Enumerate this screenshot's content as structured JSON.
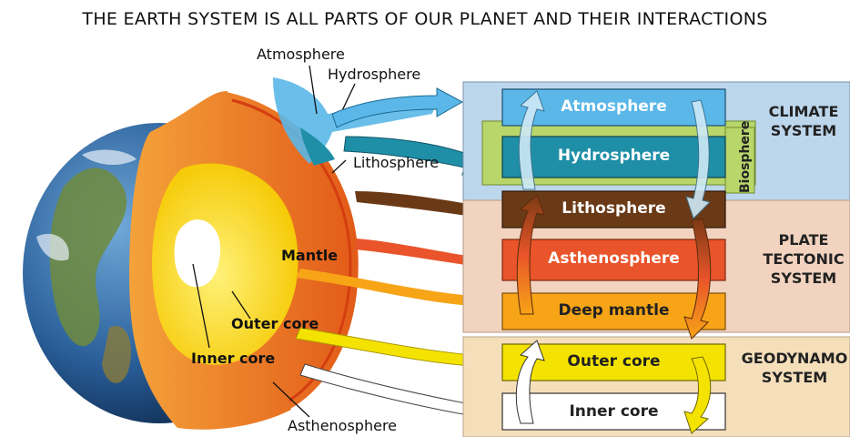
{
  "title": "THE EARTH SYSTEM IS ALL PARTS OF OUR PLANET AND THEIR INTERACTIONS",
  "earth_labels": {
    "atmosphere": "Atmosphere",
    "hydrosphere": "Hydrosphere",
    "lithosphere": "Lithosphere",
    "mantle": "Mantle",
    "outer_core": "Outer core",
    "inner_core": "Inner core",
    "asthenosphere": "Asthenosphere"
  },
  "boxes": {
    "atmosphere": "Atmosphere",
    "hydrosphere": "Hydrosphere",
    "biosphere": "Biosphere",
    "lithosphere": "Lithosphere",
    "asthenosphere": "Asthenosphere",
    "deep_mantle": "Deep mantle",
    "outer_core": "Outer core",
    "inner_core": "Inner core"
  },
  "systems": {
    "climate": [
      "CLIMATE",
      "SYSTEM"
    ],
    "plate": [
      "PLATE",
      "TECTONIC",
      "SYSTEM"
    ],
    "geodynamo": [
      "GEODYNAMO",
      "SYSTEM"
    ]
  },
  "colors": {
    "climate_bg": "#bcd6ec",
    "plate_bg": "#f2d3bf",
    "geodynamo_bg": "#f5dfbb",
    "atmosphere": "#5ab7e8",
    "hydrosphere": "#1f8fa7",
    "biosphere": "#b8d66a",
    "lithosphere": "#6a3a17",
    "asthenosphere": "#e9542a",
    "deep_mantle": "#f7a417",
    "outer_core": "#f4e300",
    "inner_core": "#ffffff"
  }
}
